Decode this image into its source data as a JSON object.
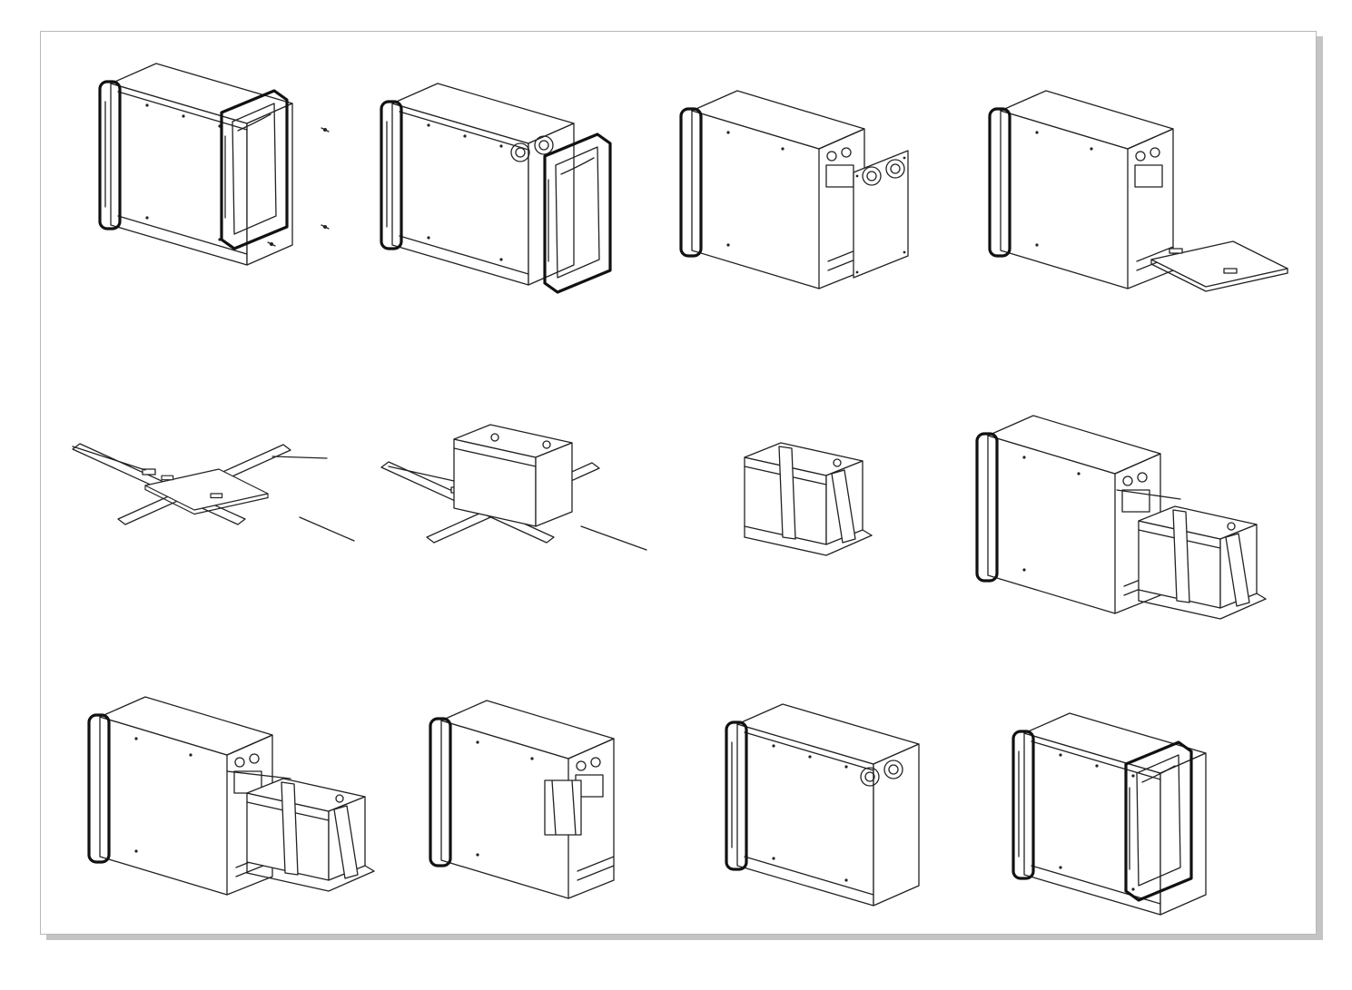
{
  "sheet": {
    "background": "#ffffff",
    "line_color": "#222222",
    "shadow_color": "#c4c4c4"
  },
  "steps": [
    {
      "row": 1,
      "col": 1,
      "state": "unit-complete-screws-removed"
    },
    {
      "row": 1,
      "col": 2,
      "state": "front-bezel-removed"
    },
    {
      "row": 1,
      "col": 3,
      "state": "side-panel-removed"
    },
    {
      "row": 1,
      "col": 4,
      "state": "tray-removed"
    },
    {
      "row": 2,
      "col": 1,
      "state": "tray-with-straps"
    },
    {
      "row": 2,
      "col": 2,
      "state": "battery-placed-on-tray"
    },
    {
      "row": 2,
      "col": 3,
      "state": "battery-strapped"
    },
    {
      "row": 2,
      "col": 4,
      "state": "battery-inserting"
    },
    {
      "row": 3,
      "col": 1,
      "state": "battery-inserting"
    },
    {
      "row": 3,
      "col": 2,
      "state": "battery-installed"
    },
    {
      "row": 3,
      "col": 3,
      "state": "side-panel-installed"
    },
    {
      "row": 3,
      "col": 4,
      "state": "unit-complete"
    }
  ]
}
